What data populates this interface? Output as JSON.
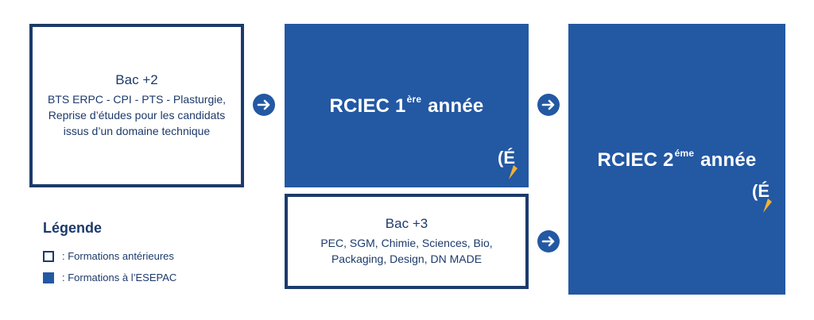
{
  "boxes": {
    "bac2": {
      "title": "Bac +2",
      "lines": [
        "BTS ERPC - CPI - PTS - Plasturgie,",
        "Reprise d’études pour les candidats",
        "issus d’un domaine technique"
      ]
    },
    "rciec1": {
      "main": "RCIEC 1",
      "sup": "ère",
      "rest": " année"
    },
    "bac3": {
      "title": "Bac +3",
      "lines": [
        "PEC, SGM, Chimie, Sciences, Bio,",
        "Packaging, Design, DN MADE"
      ]
    },
    "rciec2": {
      "main": "RCIEC 2",
      "sup": "éme",
      "rest": " année"
    }
  },
  "legend": {
    "title": "Légende",
    "items": [
      {
        "label": ": Formations antérieures"
      },
      {
        "label": ": Formations à l’ESEPAC"
      }
    ]
  },
  "colors": {
    "navy": "#1c3a6b",
    "blue": "#2358a3",
    "logo_accent": "#f2b134"
  },
  "icons": {
    "arrow": "arrow-right-circle-icon",
    "logo": "esepac-logo-icon"
  }
}
